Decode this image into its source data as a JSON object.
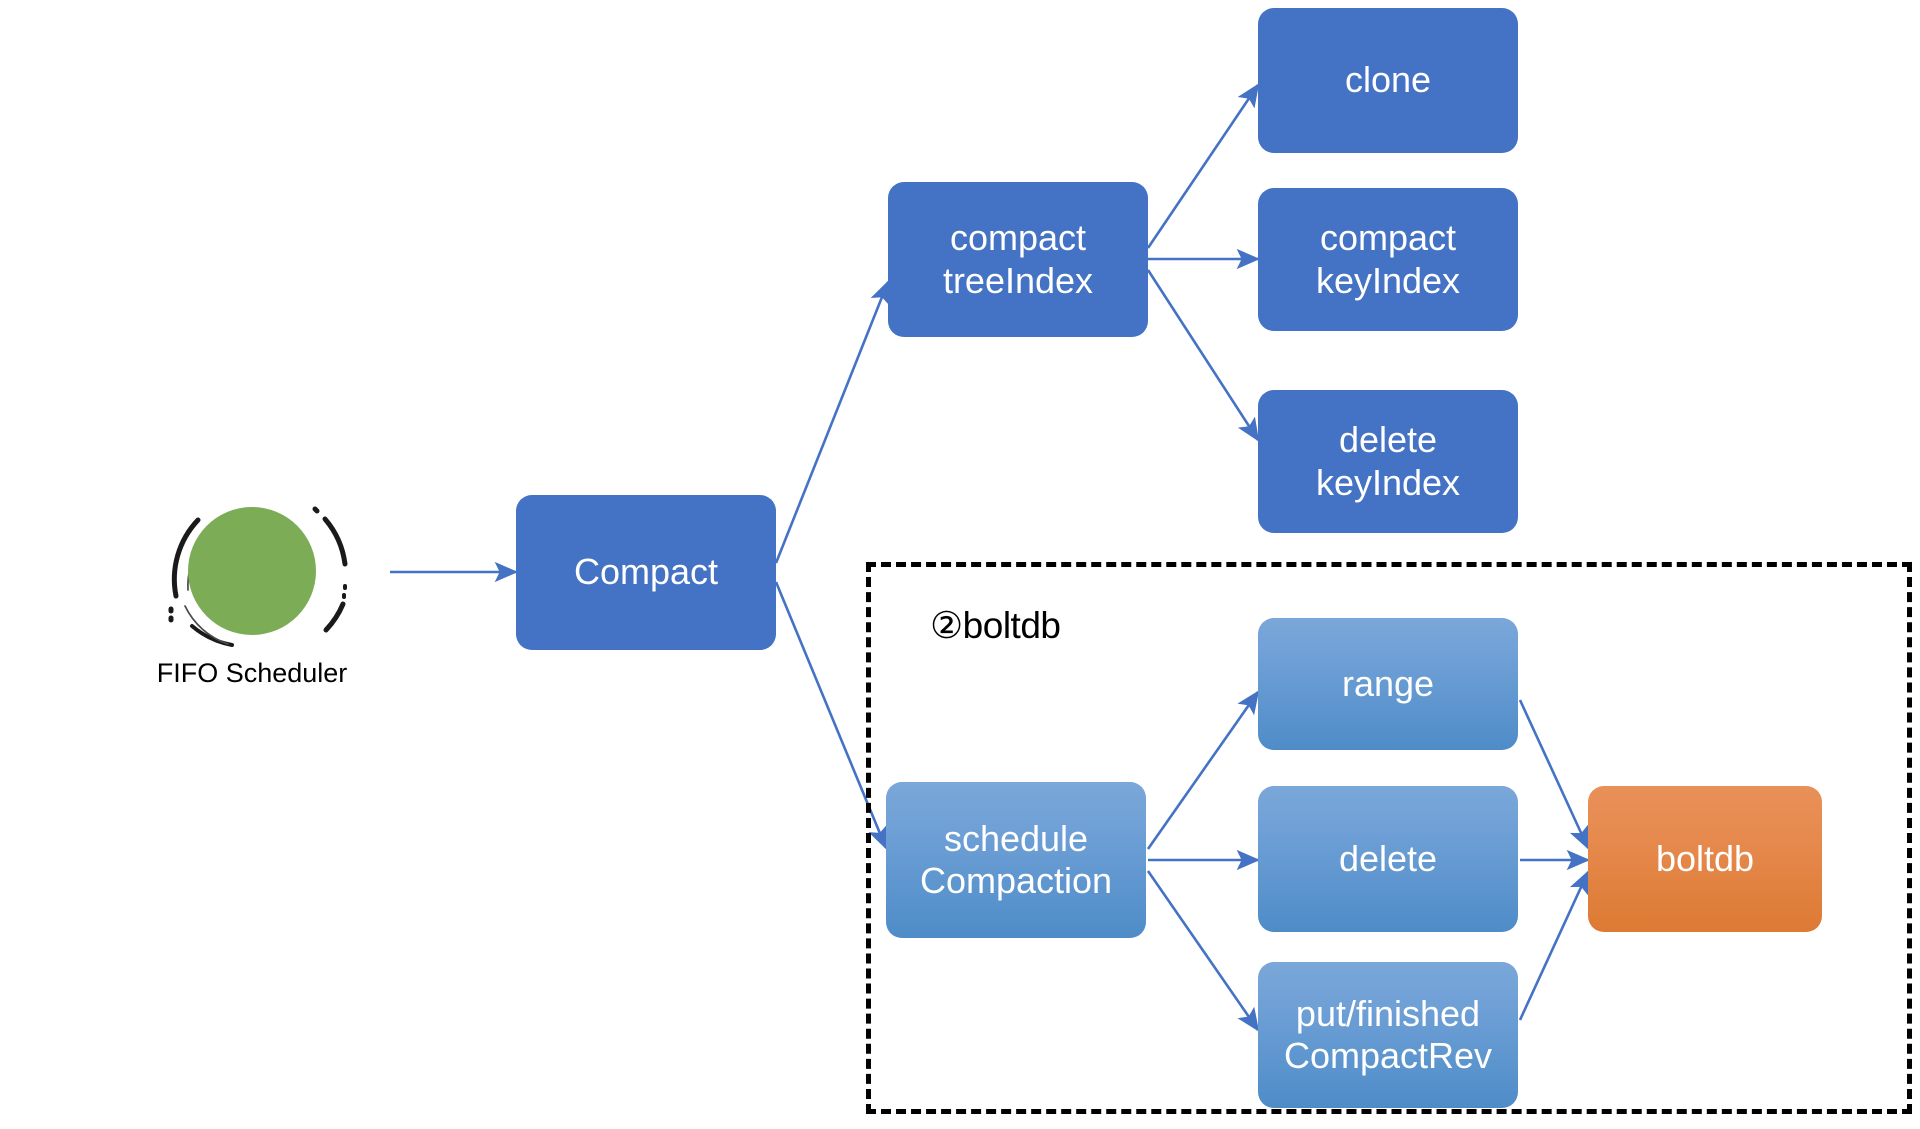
{
  "diagram": {
    "title_present": false,
    "background": "#ffffff",
    "colors": {
      "dark_blue": "#4472C4",
      "light_blue_top": "#6FA0D6",
      "light_blue_bottom": "#4E8CC8",
      "orange_top": "#E68A4E",
      "orange_bottom": "#DD7A34",
      "green": "#7CAD56",
      "edge": "#4472C4",
      "group_border": "#000000"
    },
    "scheduler": {
      "icon_name": "fifo-scheduler-spinner-icon",
      "label": "FIFO Scheduler"
    },
    "group": {
      "label": "②boltdb",
      "border_style": "dashed"
    },
    "nodes": [
      {
        "id": "compact",
        "label": "Compact",
        "style": "dark"
      },
      {
        "id": "compact_treeindex",
        "label": "compact\ntreeIndex",
        "style": "dark"
      },
      {
        "id": "clone",
        "label": "clone",
        "style": "dark"
      },
      {
        "id": "compact_keyindex",
        "label": "compact\nkeyIndex",
        "style": "dark"
      },
      {
        "id": "delete_keyindex",
        "label": "delete\nkeyIndex",
        "style": "dark"
      },
      {
        "id": "schedule_compaction",
        "label": "schedule\nCompaction",
        "style": "light"
      },
      {
        "id": "range",
        "label": "range",
        "style": "light"
      },
      {
        "id": "delete",
        "label": "delete",
        "style": "light"
      },
      {
        "id": "put_finished",
        "label": "put/finished\nCompactRev",
        "style": "light"
      },
      {
        "id": "boltdb",
        "label": "boltdb",
        "style": "orange"
      }
    ],
    "edges": [
      {
        "from": "fifo_scheduler",
        "to": "compact"
      },
      {
        "from": "compact",
        "to": "compact_treeindex"
      },
      {
        "from": "compact",
        "to": "schedule_compaction"
      },
      {
        "from": "compact_treeindex",
        "to": "clone"
      },
      {
        "from": "compact_treeindex",
        "to": "compact_keyindex"
      },
      {
        "from": "compact_treeindex",
        "to": "delete_keyindex"
      },
      {
        "from": "schedule_compaction",
        "to": "range"
      },
      {
        "from": "schedule_compaction",
        "to": "delete"
      },
      {
        "from": "schedule_compaction",
        "to": "put_finished"
      },
      {
        "from": "range",
        "to": "boltdb"
      },
      {
        "from": "delete",
        "to": "boltdb"
      },
      {
        "from": "put_finished",
        "to": "boltdb"
      }
    ]
  }
}
